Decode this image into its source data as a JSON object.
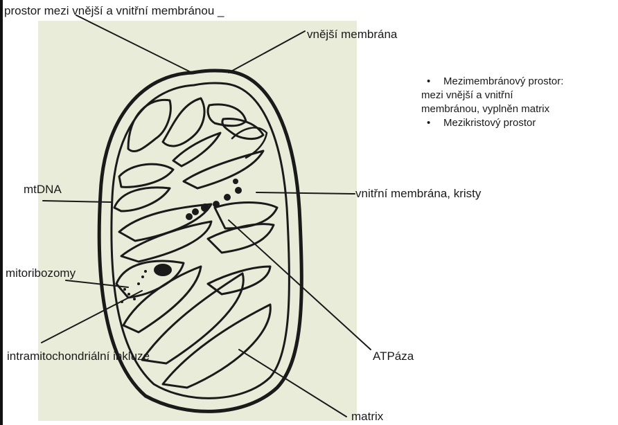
{
  "labels": {
    "intermembrane": "prostor mezi vnější a vnitřní membránou _",
    "outer_membrane": "vnější membrána",
    "mtdna": "mtDNA",
    "inner_membrane": "vnitřní membrána, kristy",
    "mitoribosomes": "mitoribozomy",
    "inclusion": "intramitochondriální inkluze",
    "atpase": "ATPáza",
    "matrix": "matrix"
  },
  "notes": {
    "item1_line1": "Mezimembránový prostor:",
    "item1_line2": "mezi vnější a vnitřní",
    "item1_line3": "membránou, vyplněn matrix",
    "item2": "Mezikristový prostor"
  },
  "colors": {
    "ink": "#1a1a1a",
    "paper": "#e9ecd8"
  }
}
